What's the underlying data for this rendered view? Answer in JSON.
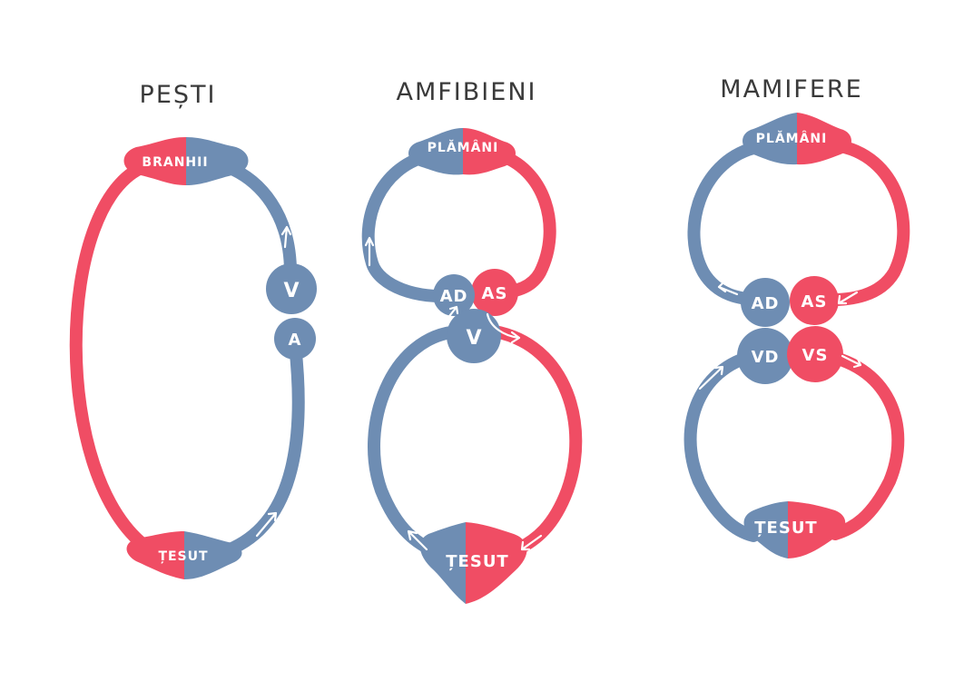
{
  "colors": {
    "oxygenated": "#f04d64",
    "deoxygenated": "#6e8db3",
    "background": "#ffffff",
    "title": "#3a3a3a",
    "label": "#ffffff"
  },
  "diagrams": [
    {
      "title": "PEȘTI",
      "labels": {
        "gills": "BRANHII",
        "ventricle": "V",
        "atrium": "A",
        "tissue": "ȚESUT"
      }
    },
    {
      "title": "AMFIBIENI",
      "labels": {
        "lungs": "PLĂMÂNI",
        "right_atrium": "AD",
        "left_atrium": "AS",
        "ventricle": "V",
        "tissue": "ȚESUT"
      }
    },
    {
      "title": "MAMIFERE",
      "labels": {
        "lungs": "PLĂMÂNI",
        "right_atrium": "AD",
        "left_atrium": "AS",
        "right_ventricle": "VD",
        "left_ventricle": "VS",
        "tissue": "ȚESUT"
      }
    }
  ]
}
